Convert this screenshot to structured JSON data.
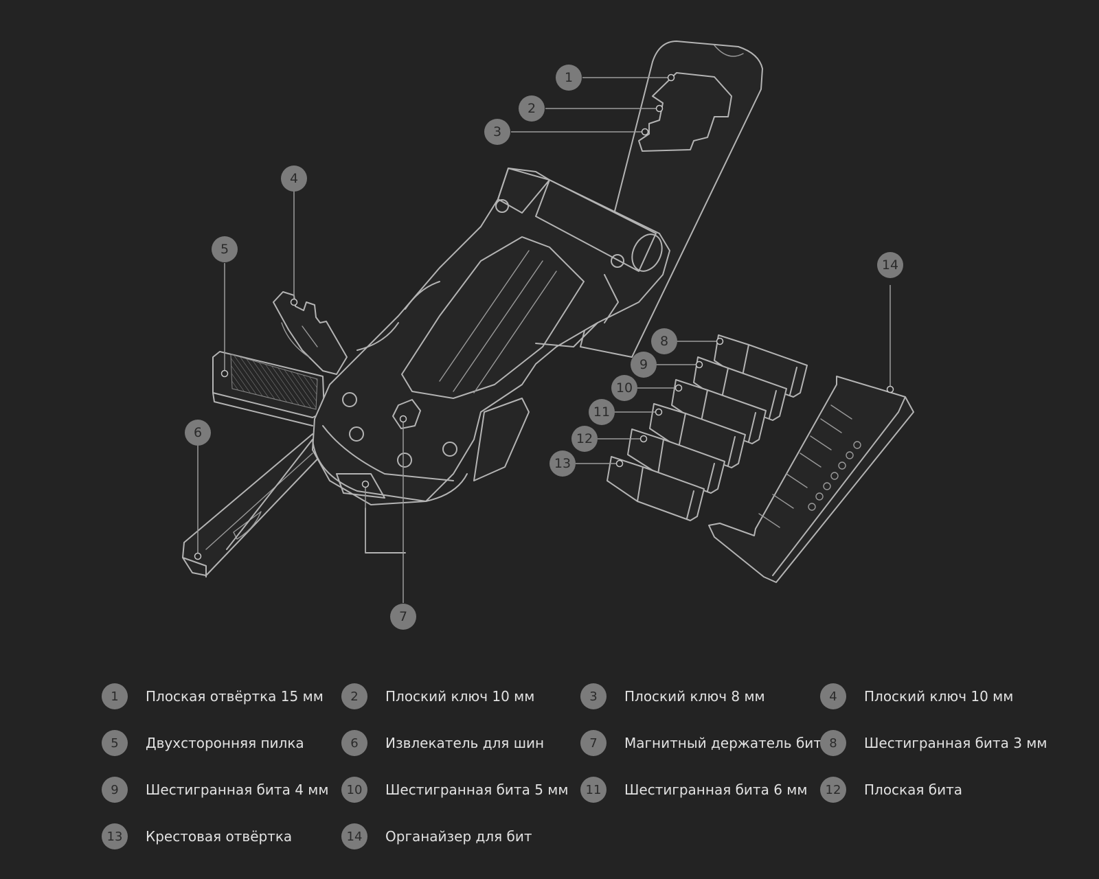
{
  "callouts": [
    {
      "num": "1",
      "label": "Плоская отвёртка 15 мм"
    },
    {
      "num": "2",
      "label": "Плоский ключ 10 мм"
    },
    {
      "num": "3",
      "label": "Плоский ключ 8 мм"
    },
    {
      "num": "4",
      "label": "Плоский ключ 10 мм"
    },
    {
      "num": "5",
      "label": "Двухсторонняя пилка"
    },
    {
      "num": "6",
      "label": "Извлекатель для шин"
    },
    {
      "num": "7",
      "label": "Магнитный держатель бит"
    },
    {
      "num": "8",
      "label": "Шестигранная бита 3 мм"
    },
    {
      "num": "9",
      "label": "Шестигранная бита 4 мм"
    },
    {
      "num": "10",
      "label": "Шестигранная бита 5 мм"
    },
    {
      "num": "11",
      "label": "Шестигранная бита 6 мм"
    },
    {
      "num": "12",
      "label": "Плоская бита"
    },
    {
      "num": "13",
      "label": "Крестовая отвёртка"
    },
    {
      "num": "14",
      "label": "Органайзер для бит"
    }
  ],
  "colors": {
    "background": "#232323",
    "badge": "#7b7b7b",
    "line": "#b4b4b4",
    "text": "#e2e2e2"
  }
}
